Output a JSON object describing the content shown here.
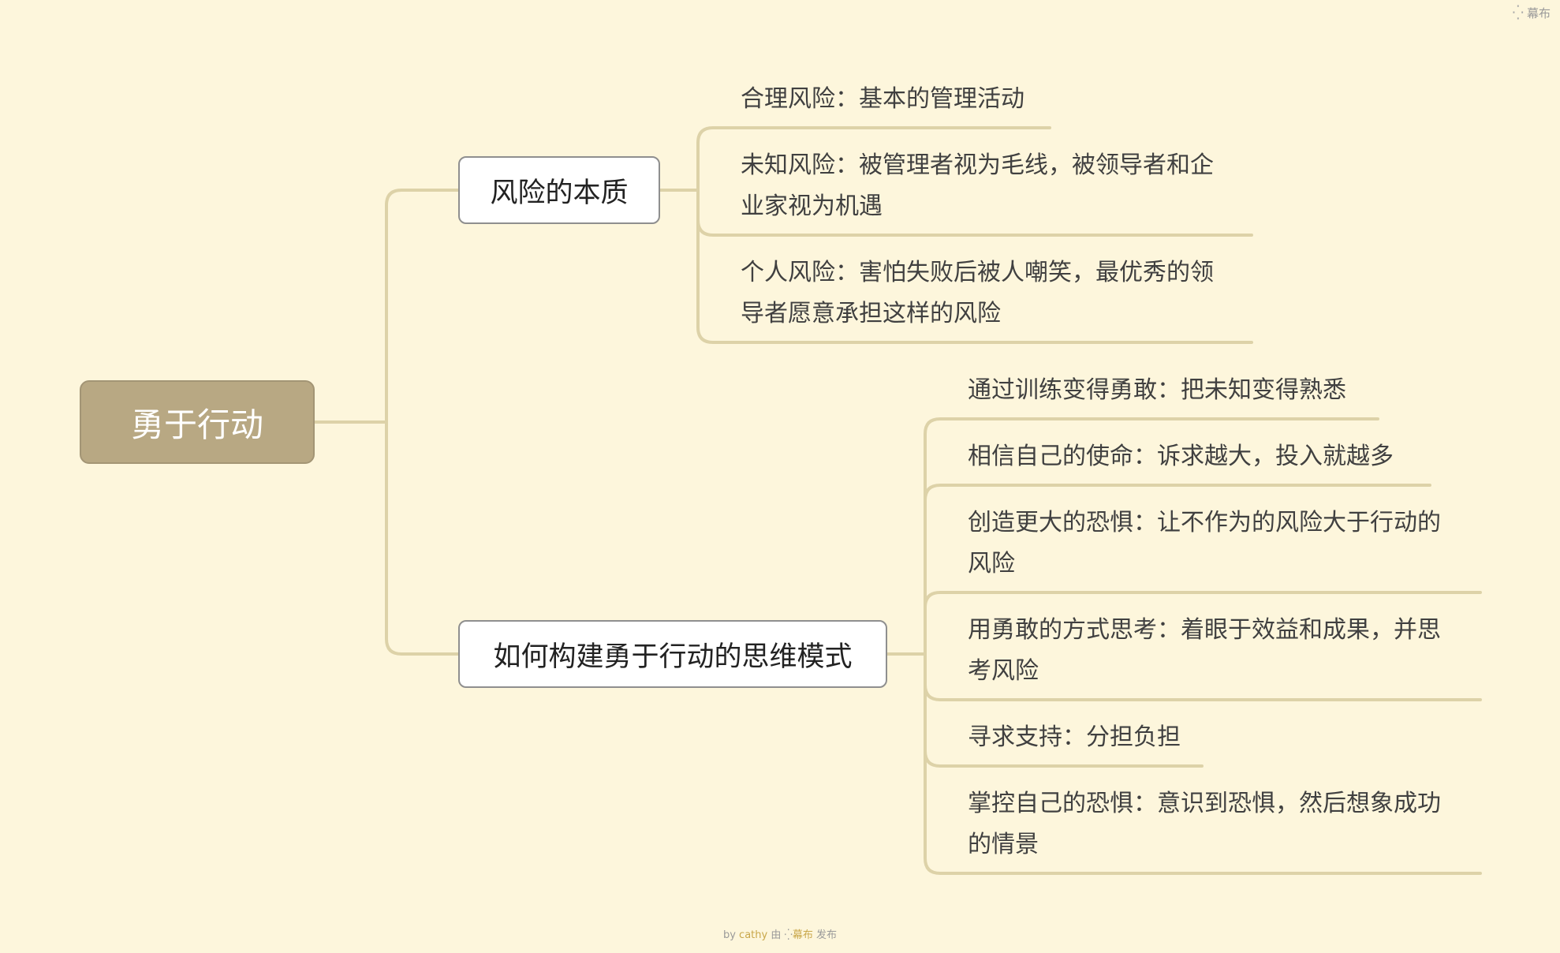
{
  "brand": {
    "label": "幕布"
  },
  "mindmap": {
    "root": "勇于行动",
    "branches": [
      {
        "label": "风险的本质",
        "children": [
          {
            "lines": [
              "合理风险：基本的管理活动"
            ]
          },
          {
            "lines": [
              "未知风险：被管理者视为毛线，被领导者和企",
              "业家视为机遇"
            ]
          },
          {
            "lines": [
              "个人风险：害怕失败后被人嘲笑，最优秀的领",
              "导者愿意承担这样的风险"
            ]
          }
        ]
      },
      {
        "label": "如何构建勇于行动的思维模式",
        "children": [
          {
            "lines": [
              "通过训练变得勇敢：把未知变得熟悉"
            ]
          },
          {
            "lines": [
              "相信自己的使命：诉求越大，投入就越多"
            ]
          },
          {
            "lines": [
              "创造更大的恐惧：让不作为的风险大于行动的",
              "风险"
            ]
          },
          {
            "lines": [
              "用勇敢的方式思考：着眼于效益和成果，并思",
              "考风险"
            ]
          },
          {
            "lines": [
              "寻求支持：分担负担"
            ]
          },
          {
            "lines": [
              "掌控自己的恐惧：意识到恐惧，然后想象成功",
              "的情景"
            ]
          }
        ]
      }
    ]
  },
  "footer": {
    "by": "by",
    "author": "cathy",
    "via": "由",
    "platform": "幕布",
    "action": "发布"
  },
  "colors": {
    "background": "#fdf6dc",
    "connector": "#ddd2a8",
    "root_fill": "#b8a883"
  }
}
